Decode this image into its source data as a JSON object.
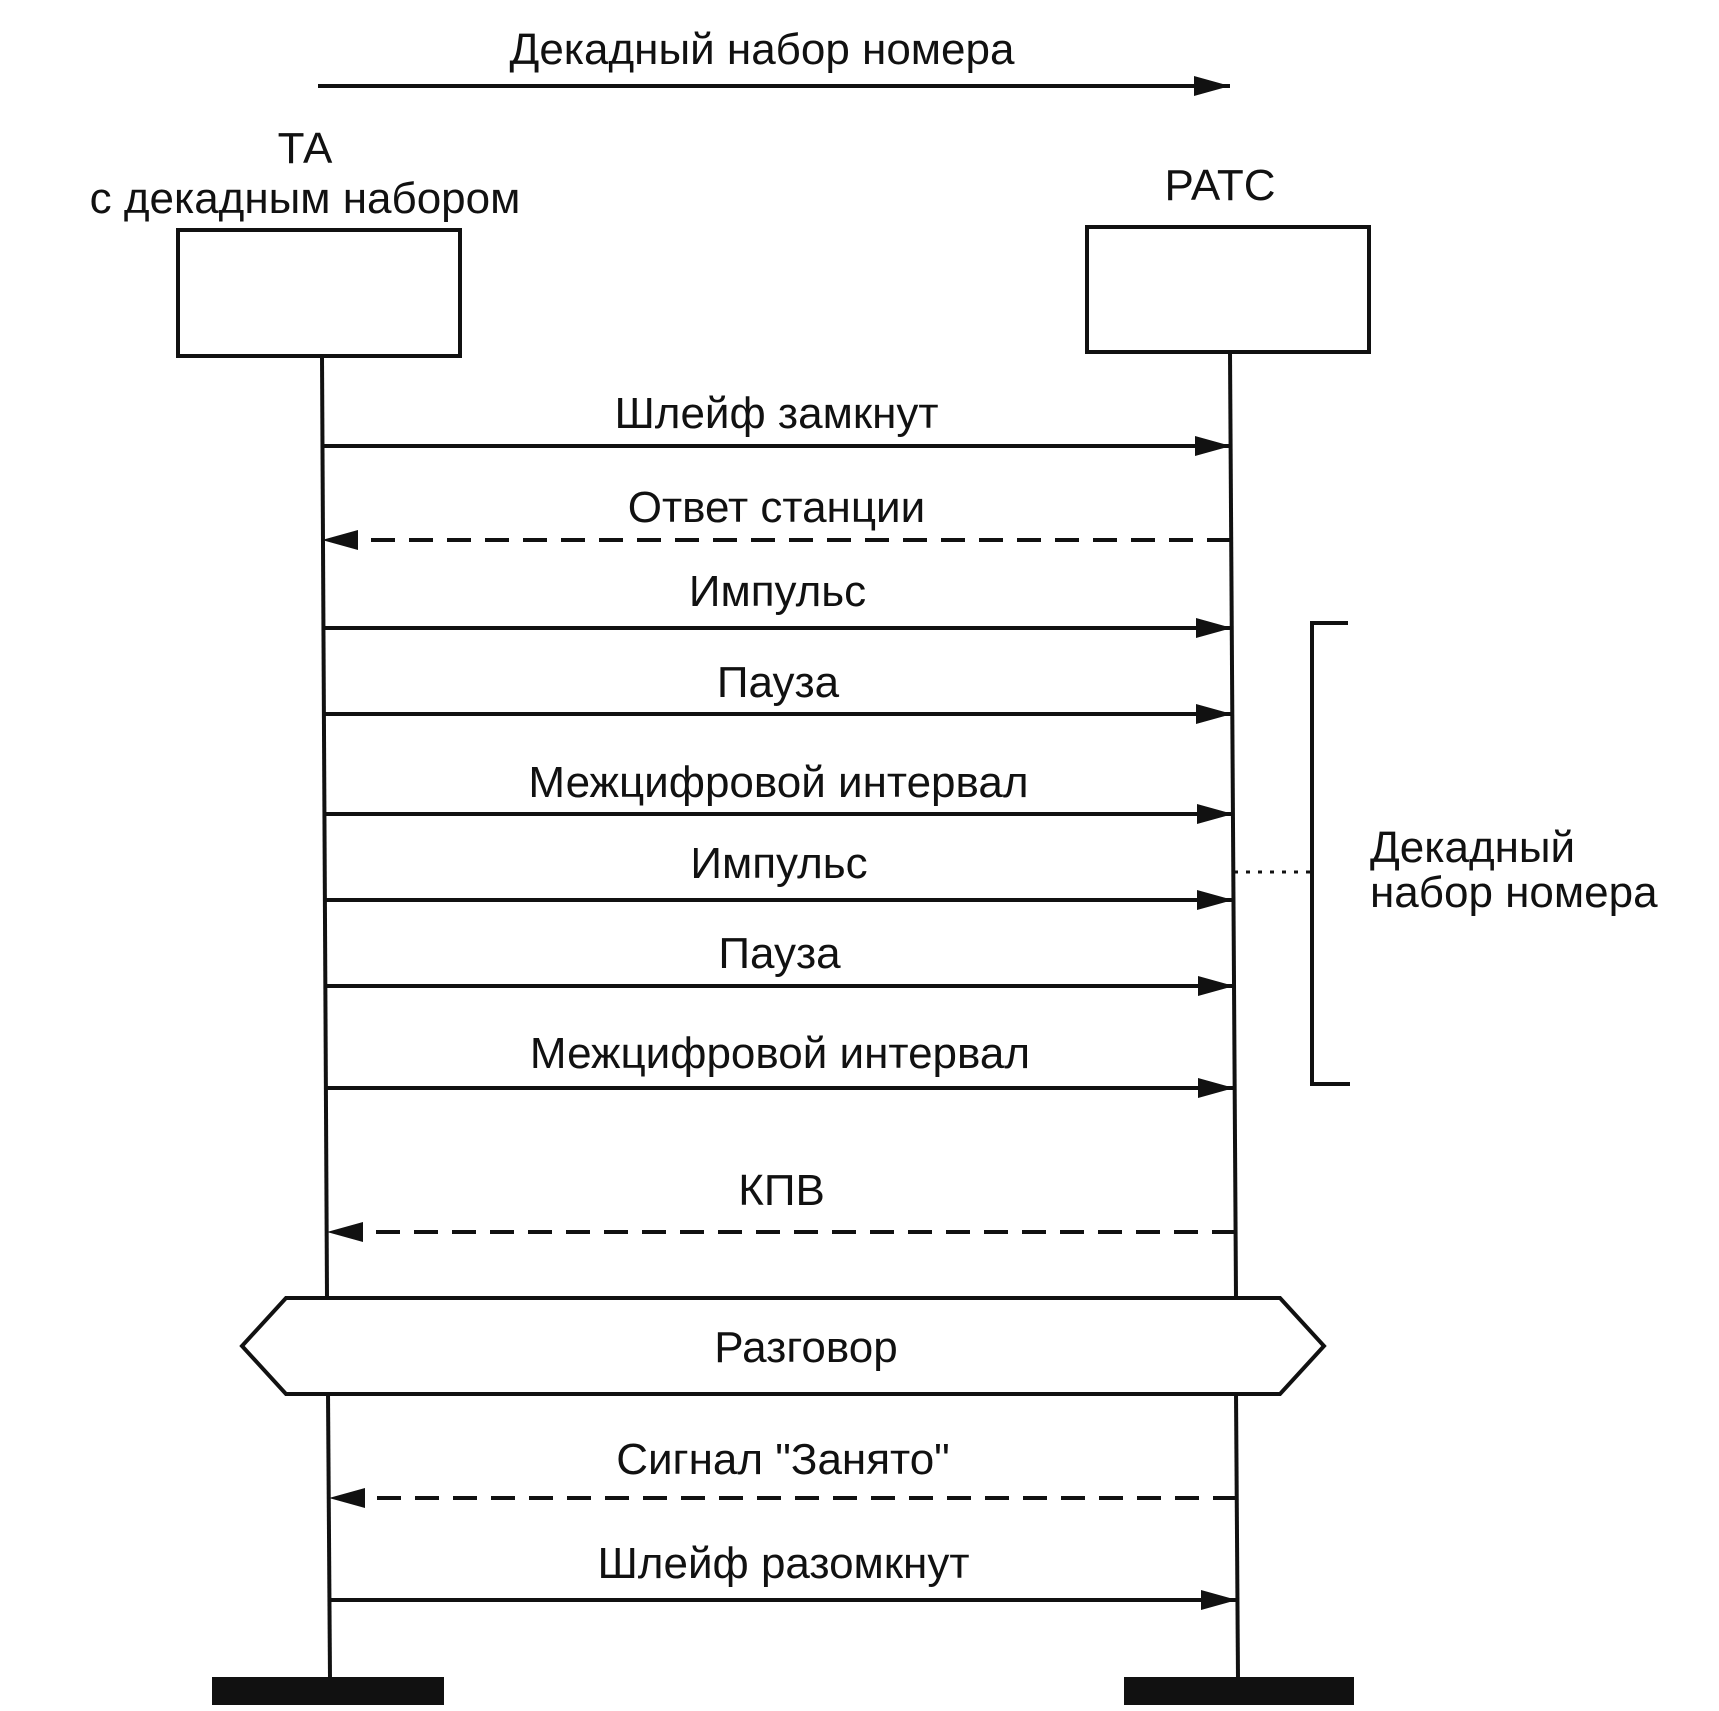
{
  "header": {
    "title": "Декадный набор номера"
  },
  "participants": {
    "left": {
      "line1": "ТА",
      "line2": "с декадным набором"
    },
    "right": {
      "label": "РАТС"
    }
  },
  "messages": [
    {
      "label": "Шлейф замкнут",
      "direction": "right",
      "style": "solid"
    },
    {
      "label": "Ответ станции",
      "direction": "left",
      "style": "dashed"
    },
    {
      "label": "Импульс",
      "direction": "right",
      "style": "solid"
    },
    {
      "label": "Пауза",
      "direction": "right",
      "style": "solid"
    },
    {
      "label": "Межцифровой интервал",
      "direction": "right",
      "style": "solid"
    },
    {
      "label": "Импульс",
      "direction": "right",
      "style": "solid"
    },
    {
      "label": "Пауза",
      "direction": "right",
      "style": "solid"
    },
    {
      "label": "Межцифровой интервал",
      "direction": "right",
      "style": "solid"
    },
    {
      "label": "КПВ",
      "direction": "left",
      "style": "dashed"
    },
    {
      "label": "Сигнал \"Занято\"",
      "direction": "left",
      "style": "dashed"
    },
    {
      "label": "Шлейф разомкнут",
      "direction": "right",
      "style": "solid"
    }
  ],
  "bracket": {
    "line1": "Декадный",
    "line2": "набор номера"
  },
  "conversation": {
    "label": "Разговор"
  }
}
